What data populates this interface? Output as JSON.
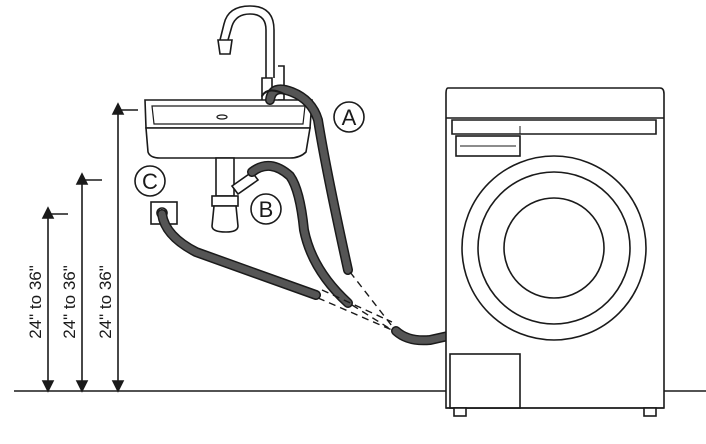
{
  "callouts": {
    "a": "A",
    "b": "B",
    "c": "C"
  },
  "heights": {
    "left": "24\" to 36\"",
    "middle": "24\" to 36\"",
    "right": "24\" to 36\""
  },
  "colors": {
    "line": "#1a1a1a",
    "hose": "#555555",
    "background": "#ffffff"
  },
  "icons": {
    "faucet": "faucet-icon",
    "sink": "sink-icon",
    "washer": "washing-machine-icon",
    "standpipe": "standpipe-icon"
  }
}
